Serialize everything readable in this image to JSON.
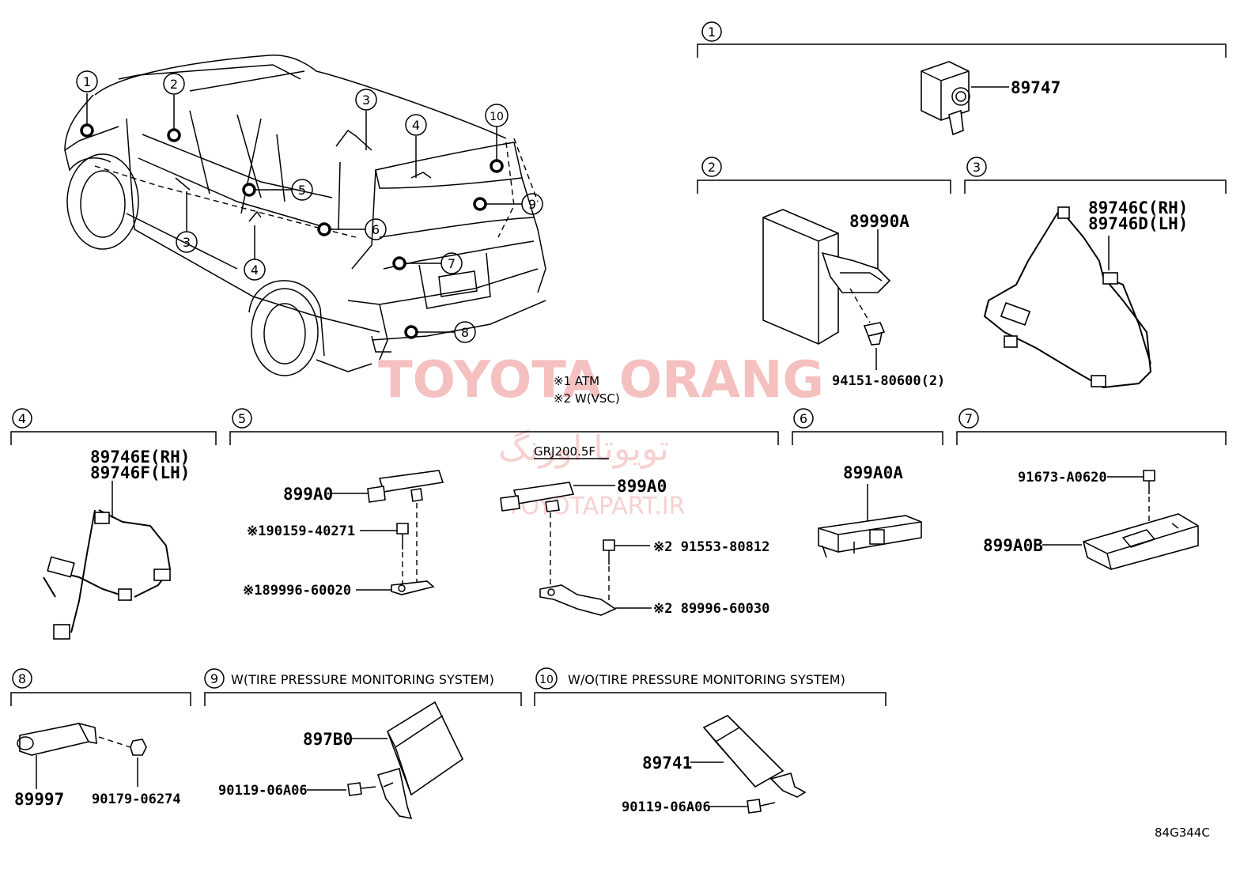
{
  "diagram_code": "84G344C",
  "watermark": {
    "title": "TOYOTA ORANG",
    "persian": "تویوتا اورنگ",
    "site": "TOYOTAPART.IR"
  },
  "notes": [
    "※1 ATM",
    "※2 W(VSC)"
  ],
  "overview_callouts": [
    "1",
    "2",
    "3",
    "4",
    "5",
    "6",
    "7",
    "8",
    "9",
    "10",
    "3",
    "4"
  ],
  "sections": [
    {
      "num": "1",
      "parts": [
        "89747"
      ]
    },
    {
      "num": "2",
      "parts": [
        "89990A",
        "94151-80600(2)"
      ]
    },
    {
      "num": "3",
      "parts": [
        "89746C(RH)",
        "89746D(LH)"
      ]
    },
    {
      "num": "4",
      "parts": [
        "89746E(RH)",
        "89746F(LH)"
      ]
    },
    {
      "num": "5",
      "variant": "GRJ200.5F",
      "parts": [
        "899A0",
        "※190159-40271",
        "※189996-60020",
        "899A0",
        "※2 91553-80812",
        "※2 89996-60030"
      ]
    },
    {
      "num": "6",
      "parts": [
        "899A0A"
      ]
    },
    {
      "num": "7",
      "parts": [
        "91673-A0620",
        "899A0B"
      ]
    },
    {
      "num": "8",
      "parts": [
        "89997",
        "90179-06274"
      ]
    },
    {
      "num": "9",
      "title": "W(TIRE PRESSURE MONITORING SYSTEM)",
      "parts": [
        "897B0",
        "90119-06A06"
      ]
    },
    {
      "num": "10",
      "title": "W/O(TIRE PRESSURE MONITORING SYSTEM)",
      "parts": [
        "89741",
        "90119-06A06"
      ]
    }
  ]
}
